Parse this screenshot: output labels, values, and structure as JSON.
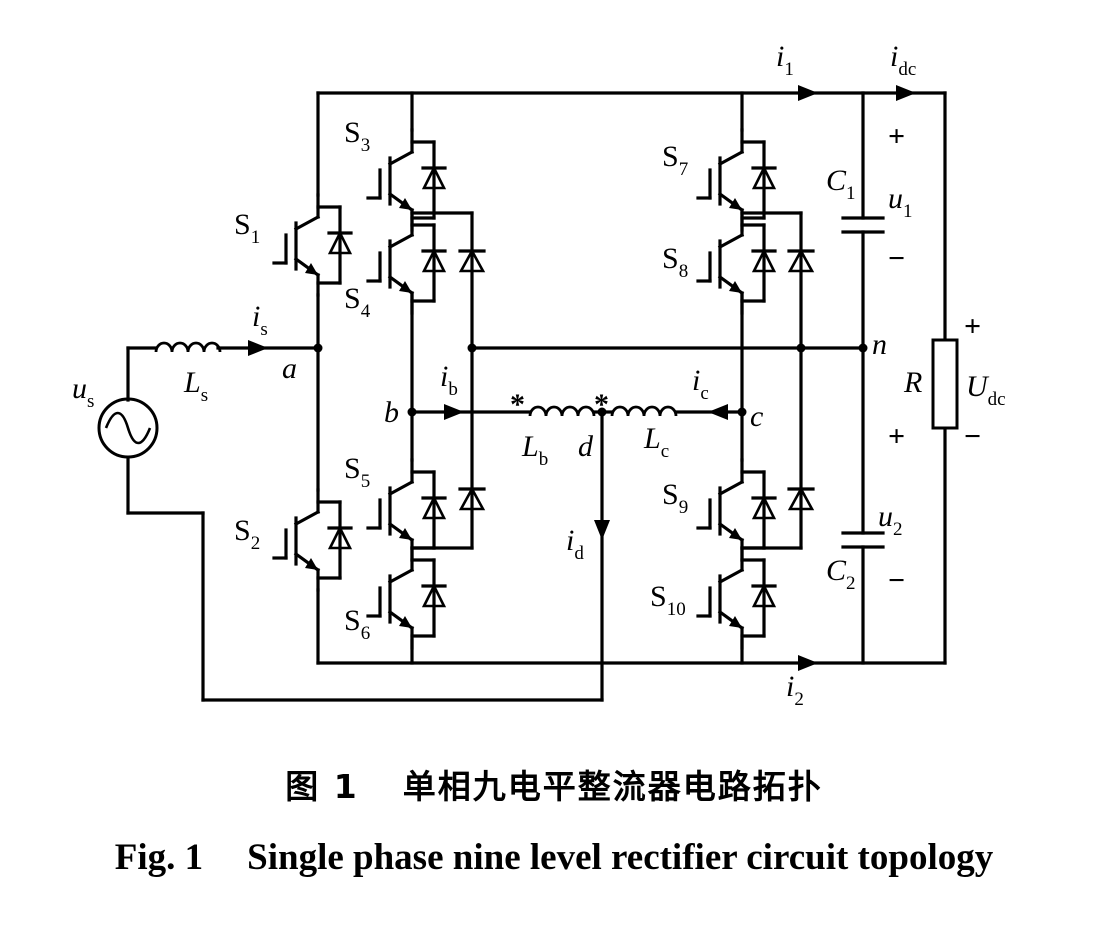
{
  "figure": {
    "caption_cn_num": "图 1",
    "caption_cn_text": "单相九电平整流器电路拓扑",
    "caption_en_num": "Fig. 1",
    "caption_en_text": "Single phase nine level rectifier circuit topology"
  },
  "labels": {
    "us": {
      "main": "u",
      "sub": "s"
    },
    "Ls": {
      "main": "L",
      "sub": "s"
    },
    "is": {
      "main": "i",
      "sub": "s"
    },
    "a": "a",
    "b": "b",
    "c": "c",
    "d": "d",
    "n": "n",
    "ib": {
      "main": "i",
      "sub": "b"
    },
    "ic": {
      "main": "i",
      "sub": "c"
    },
    "id": {
      "main": "i",
      "sub": "d"
    },
    "Lb": {
      "main": "L",
      "sub": "b"
    },
    "Lc": {
      "main": "L",
      "sub": "c"
    },
    "i1": {
      "main": "i",
      "sub": "1"
    },
    "i2": {
      "main": "i",
      "sub": "2"
    },
    "idc": {
      "main": "i",
      "sub": "dc"
    },
    "C1": {
      "main": "C",
      "sub": "1"
    },
    "C2": {
      "main": "C",
      "sub": "2"
    },
    "u1": {
      "main": "u",
      "sub": "1"
    },
    "u2": {
      "main": "u",
      "sub": "2"
    },
    "R": "R",
    "Udc": {
      "main": "U",
      "sub": "dc"
    },
    "plus": "+",
    "minus": "−",
    "star": "*"
  },
  "switches": {
    "S1": {
      "main": "S",
      "sub": "1"
    },
    "S2": {
      "main": "S",
      "sub": "2"
    },
    "S3": {
      "main": "S",
      "sub": "3"
    },
    "S4": {
      "main": "S",
      "sub": "4"
    },
    "S5": {
      "main": "S",
      "sub": "5"
    },
    "S6": {
      "main": "S",
      "sub": "6"
    },
    "S7": {
      "main": "S",
      "sub": "7"
    },
    "S8": {
      "main": "S",
      "sub": "8"
    },
    "S9": {
      "main": "S",
      "sub": "9"
    },
    "S10": {
      "main": "S",
      "sub": "10"
    }
  }
}
